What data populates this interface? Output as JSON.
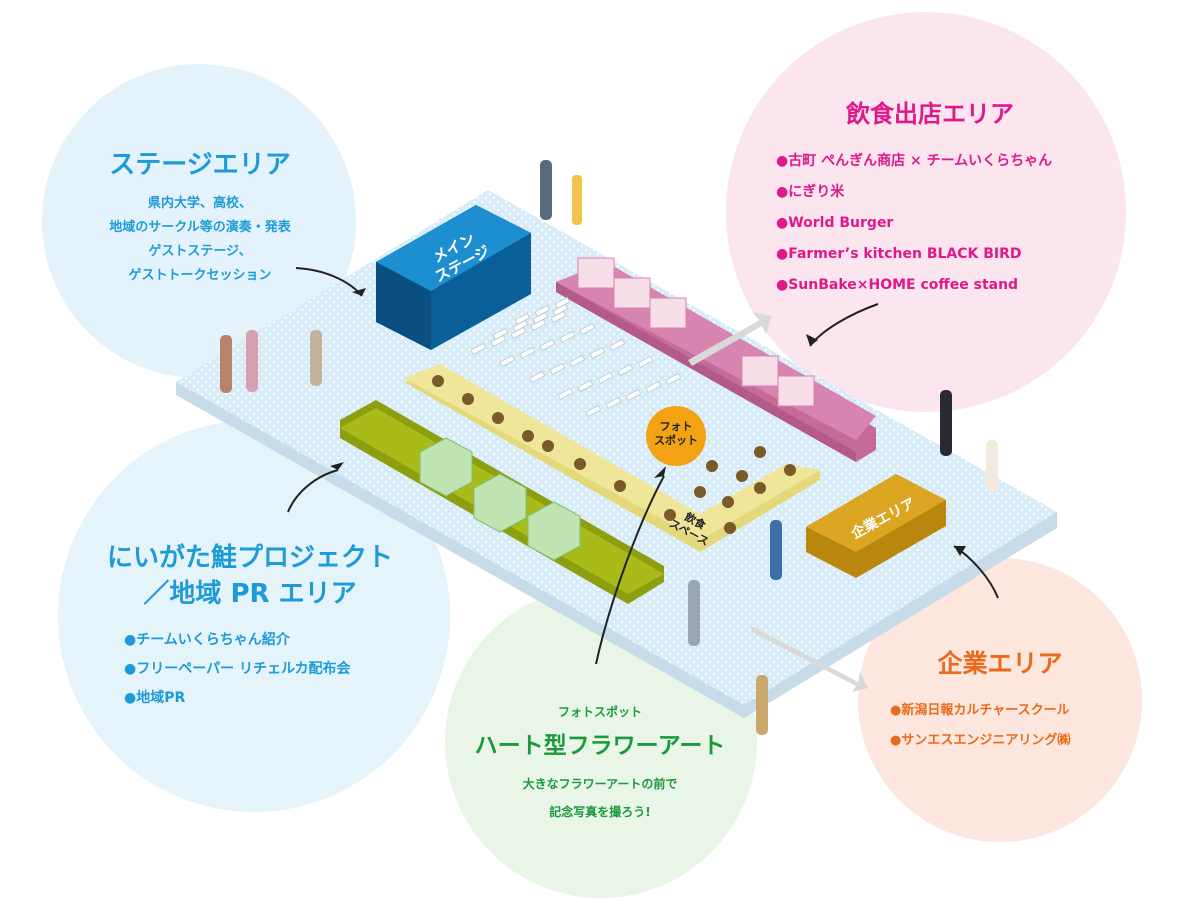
{
  "colors": {
    "stage_blue": "#1d9bd7",
    "food_pink": "#e0198a",
    "pr_blue": "#1d9bd7",
    "photo_green": "#1a9a3c",
    "corp_orange": "#ea6a1c",
    "bubble_stage": "#e4f3fb",
    "bubble_food": "#fbe5ef",
    "bubble_pr": "#e5f3fb",
    "bubble_photo": "#e9f5e6",
    "bubble_corp": "#fce6dd"
  },
  "stage_area": {
    "title": "ステージエリア",
    "lines": [
      "県内大学、高校、",
      "地域のサークル等の演奏・発表",
      "ゲストステージ、",
      "ゲストトークセッション"
    ]
  },
  "food_area": {
    "title": "飲食出店エリア",
    "items": [
      "●古町 ぺんぎん商店 × チームいくらちゃん",
      "●にぎり米",
      "●World Burger",
      "●Farmer’s kitchen BLACK BIRD",
      "●SunBake×HOME coffee stand"
    ]
  },
  "pr_area": {
    "title_line1": "にいがた鮭プロジェクト",
    "title_line2": "／地域 PR エリア",
    "items": [
      "●チームいくらちゃん紹介",
      "●フリーペーパー リチェルカ配布会",
      "●地域PR"
    ]
  },
  "photo_area": {
    "label": "フォトスポット",
    "title": "ハート型フラワーアート",
    "lines": [
      "大きなフラワーアートの前で",
      "記念写真を撮ろう!"
    ]
  },
  "corp_area": {
    "title": "企業エリア",
    "items": [
      "●新潟日報カルチャースクール",
      "●サンエスエンジニアリング㈱"
    ]
  },
  "map_labels": {
    "main_stage_line1": "メイン",
    "main_stage_line2": "ステージ",
    "photo_spot_line1": "フォト",
    "photo_spot_line2": "スポット",
    "dining_space_line1": "飲食",
    "dining_space_line2": "スペース",
    "corp_area": "企業エリア"
  }
}
